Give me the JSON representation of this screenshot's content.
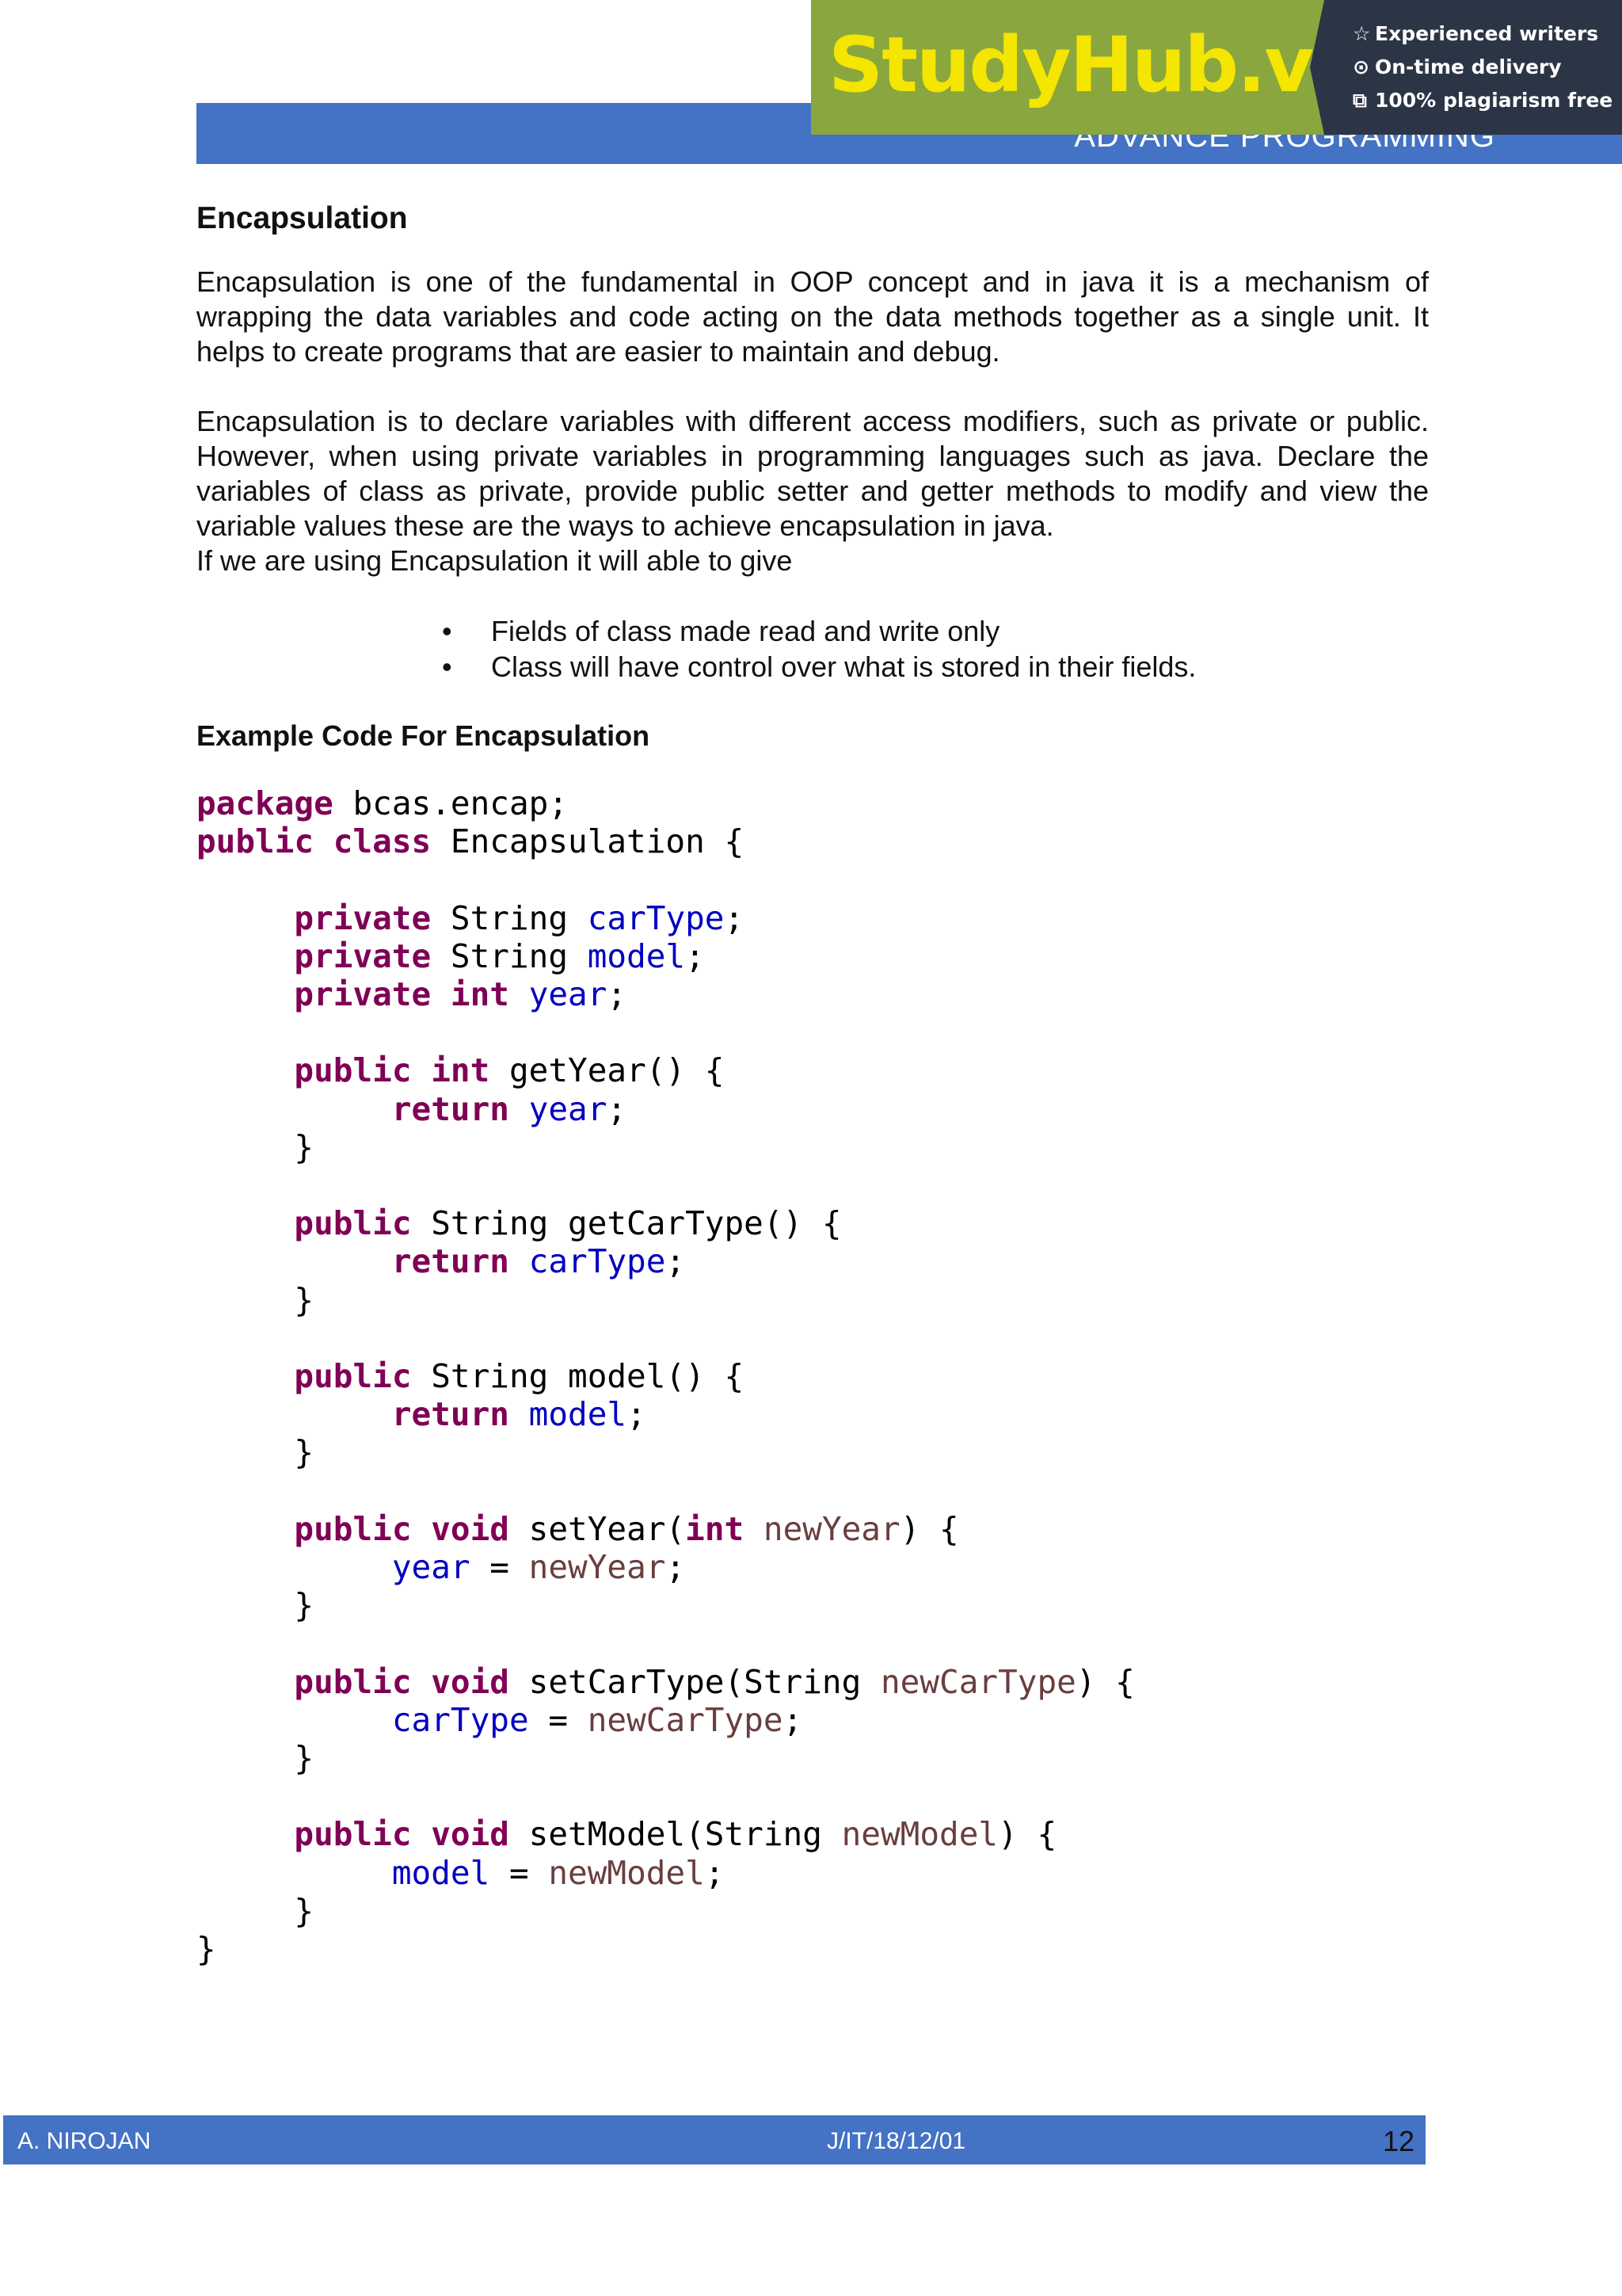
{
  "header": {
    "title": "ADVANCE PROGRAMMING"
  },
  "ad": {
    "logo": "StudyHub.vip",
    "items": [
      {
        "icon": "star-icon",
        "glyph": "☆",
        "label": "Experienced writers"
      },
      {
        "icon": "clock-icon",
        "glyph": "⊙",
        "label": "On-time delivery"
      },
      {
        "icon": "copy-icon",
        "glyph": "⧉",
        "label": "100% plagiarism free"
      }
    ]
  },
  "document": {
    "section_title": "Encapsulation",
    "paragraph1": "Encapsulation is one of the fundamental in OOP concept and in java it is a mechanism of wrapping the data variables and code acting on the data methods together as a single unit. It helps to create programs that are easier to maintain and debug.",
    "paragraph2": "Encapsulation is to declare variables with different access modifiers, such as private or public. However, when using private variables in programming languages such as java. Declare the variables of class as private, provide public setter and getter methods to modify and view the variable values these are the ways to achieve encapsulation in java.",
    "paragraph3": "If we are using Encapsulation it will able to give",
    "bullets": [
      "Fields of class made read and write only",
      "Class will have control over what is stored in their fields."
    ],
    "example_title": "Example Code For Encapsulation",
    "code_lines": [
      [
        {
          "t": "package",
          "c": "kw"
        },
        {
          "t": " bcas.encap;"
        }
      ],
      [
        {
          "t": "public",
          "c": "kw"
        },
        {
          "t": " "
        },
        {
          "t": "class",
          "c": "kw"
        },
        {
          "t": " Encapsulation {"
        }
      ],
      [],
      [
        {
          "t": "     "
        },
        {
          "t": "private",
          "c": "kw"
        },
        {
          "t": " String "
        },
        {
          "t": "carType",
          "c": "fld"
        },
        {
          "t": ";"
        }
      ],
      [
        {
          "t": "     "
        },
        {
          "t": "private",
          "c": "kw"
        },
        {
          "t": " String "
        },
        {
          "t": "model",
          "c": "fld"
        },
        {
          "t": ";"
        }
      ],
      [
        {
          "t": "     "
        },
        {
          "t": "private",
          "c": "kw"
        },
        {
          "t": " "
        },
        {
          "t": "int",
          "c": "kw"
        },
        {
          "t": " "
        },
        {
          "t": "year",
          "c": "fld"
        },
        {
          "t": ";"
        }
      ],
      [],
      [
        {
          "t": "     "
        },
        {
          "t": "public",
          "c": "kw"
        },
        {
          "t": " "
        },
        {
          "t": "int",
          "c": "kw"
        },
        {
          "t": " getYear() {"
        }
      ],
      [
        {
          "t": "          "
        },
        {
          "t": "return",
          "c": "kw"
        },
        {
          "t": " "
        },
        {
          "t": "year",
          "c": "fld"
        },
        {
          "t": ";"
        }
      ],
      [
        {
          "t": "     }"
        }
      ],
      [],
      [
        {
          "t": "     "
        },
        {
          "t": "public",
          "c": "kw"
        },
        {
          "t": " String getCarType() {"
        }
      ],
      [
        {
          "t": "          "
        },
        {
          "t": "return",
          "c": "kw"
        },
        {
          "t": " "
        },
        {
          "t": "carType",
          "c": "fld"
        },
        {
          "t": ";"
        }
      ],
      [
        {
          "t": "     }"
        }
      ],
      [],
      [
        {
          "t": "     "
        },
        {
          "t": "public",
          "c": "kw"
        },
        {
          "t": " String model() {"
        }
      ],
      [
        {
          "t": "          "
        },
        {
          "t": "return",
          "c": "kw"
        },
        {
          "t": " "
        },
        {
          "t": "model",
          "c": "fld"
        },
        {
          "t": ";"
        }
      ],
      [
        {
          "t": "     }"
        }
      ],
      [],
      [
        {
          "t": "     "
        },
        {
          "t": "public",
          "c": "kw"
        },
        {
          "t": " "
        },
        {
          "t": "void",
          "c": "kw"
        },
        {
          "t": " setYear("
        },
        {
          "t": "int",
          "c": "kw"
        },
        {
          "t": " "
        },
        {
          "t": "newYear",
          "c": "prm"
        },
        {
          "t": ") {"
        }
      ],
      [
        {
          "t": "          "
        },
        {
          "t": "year",
          "c": "fld"
        },
        {
          "t": " = "
        },
        {
          "t": "newYear",
          "c": "prm"
        },
        {
          "t": ";"
        }
      ],
      [
        {
          "t": "     }"
        }
      ],
      [],
      [
        {
          "t": "     "
        },
        {
          "t": "public",
          "c": "kw"
        },
        {
          "t": " "
        },
        {
          "t": "void",
          "c": "kw"
        },
        {
          "t": " setCarType(String "
        },
        {
          "t": "newCarType",
          "c": "prm"
        },
        {
          "t": ") {"
        }
      ],
      [
        {
          "t": "          "
        },
        {
          "t": "carType",
          "c": "fld"
        },
        {
          "t": " = "
        },
        {
          "t": "newCarType",
          "c": "prm"
        },
        {
          "t": ";"
        }
      ],
      [
        {
          "t": "     }"
        }
      ],
      [],
      [
        {
          "t": "     "
        },
        {
          "t": "public",
          "c": "kw"
        },
        {
          "t": " "
        },
        {
          "t": "void",
          "c": "kw"
        },
        {
          "t": " setModel(String "
        },
        {
          "t": "newModel",
          "c": "prm"
        },
        {
          "t": ") {"
        }
      ],
      [
        {
          "t": "          "
        },
        {
          "t": "model",
          "c": "fld"
        },
        {
          "t": " = "
        },
        {
          "t": "newModel",
          "c": "prm"
        },
        {
          "t": ";"
        }
      ],
      [
        {
          "t": "     }"
        }
      ],
      [
        {
          "t": "}"
        }
      ]
    ]
  },
  "footer": {
    "author": "A. NIROJAN",
    "id": "J/IT/18/12/01",
    "page": "12"
  }
}
